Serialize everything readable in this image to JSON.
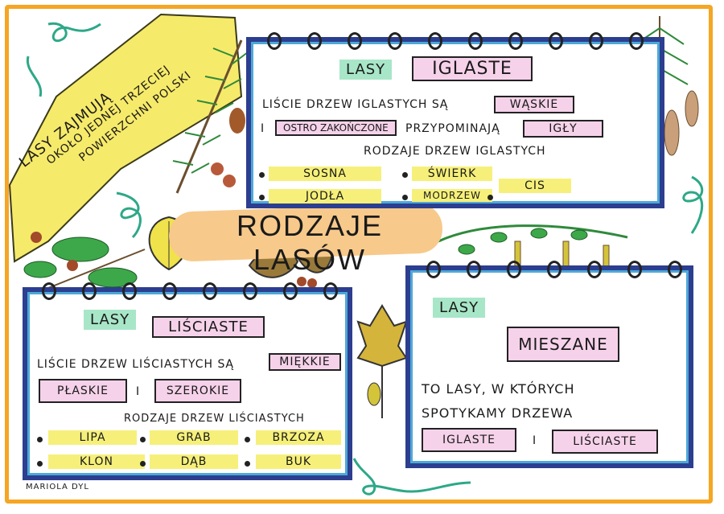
{
  "banner": {
    "line1": "LASY ZAJMUJĄ",
    "line2": "OKOŁO JEDNEJ TRZECIEJ",
    "line3": "POWIERZCHNI POLSKI"
  },
  "title": "RODZAJE LASÓW",
  "author": "MARIOLA DYL",
  "colors": {
    "border": "#f5a623",
    "card_border": "#2c3e8f",
    "card_inner": "#4da8d8",
    "yellow": "#f6f07a",
    "green": "#a8e6c8",
    "pink": "#f6d2ea",
    "orange": "#f7c98b"
  },
  "iglaste": {
    "lasy": "LASY",
    "title": "IGLASTE",
    "sentence_prefix": "LIŚCIE DRZEW IGLASTYCH SĄ",
    "trait1": "WĄSKIE",
    "conj": "I",
    "trait2": "OSTRO ZAKOŃCZONE",
    "resemble": "PRZYPOMINAJĄ",
    "trait3": "IGŁY",
    "types_header": "RODZAJE DRZEW IGLASTYCH",
    "trees": [
      "SOSNA",
      "ŚWIERK",
      "JODŁA",
      "MODRZEW",
      "CIS"
    ]
  },
  "lisciaste": {
    "lasy": "LASY",
    "title": "LIŚCIASTE",
    "sentence_prefix": "LIŚCIE DRZEW LIŚCIASTYCH SĄ",
    "trait1": "MIĘKKIE",
    "trait2": "PŁASKIE",
    "conj": "I",
    "trait3": "SZEROKIE",
    "types_header": "RODZAJE DRZEW LIŚCIASTYCH",
    "trees": [
      "LIPA",
      "GRAB",
      "BRZOZA",
      "KLON",
      "DĄB",
      "BUK"
    ]
  },
  "mieszane": {
    "lasy": "LASY",
    "title": "MIESZANE",
    "line1": "TO LASY, W KTÓRYCH",
    "line2": "SPOTYKAMY DRZEWA",
    "type1": "IGLASTE",
    "conj": "I",
    "type2": "LIŚCIASTE"
  }
}
